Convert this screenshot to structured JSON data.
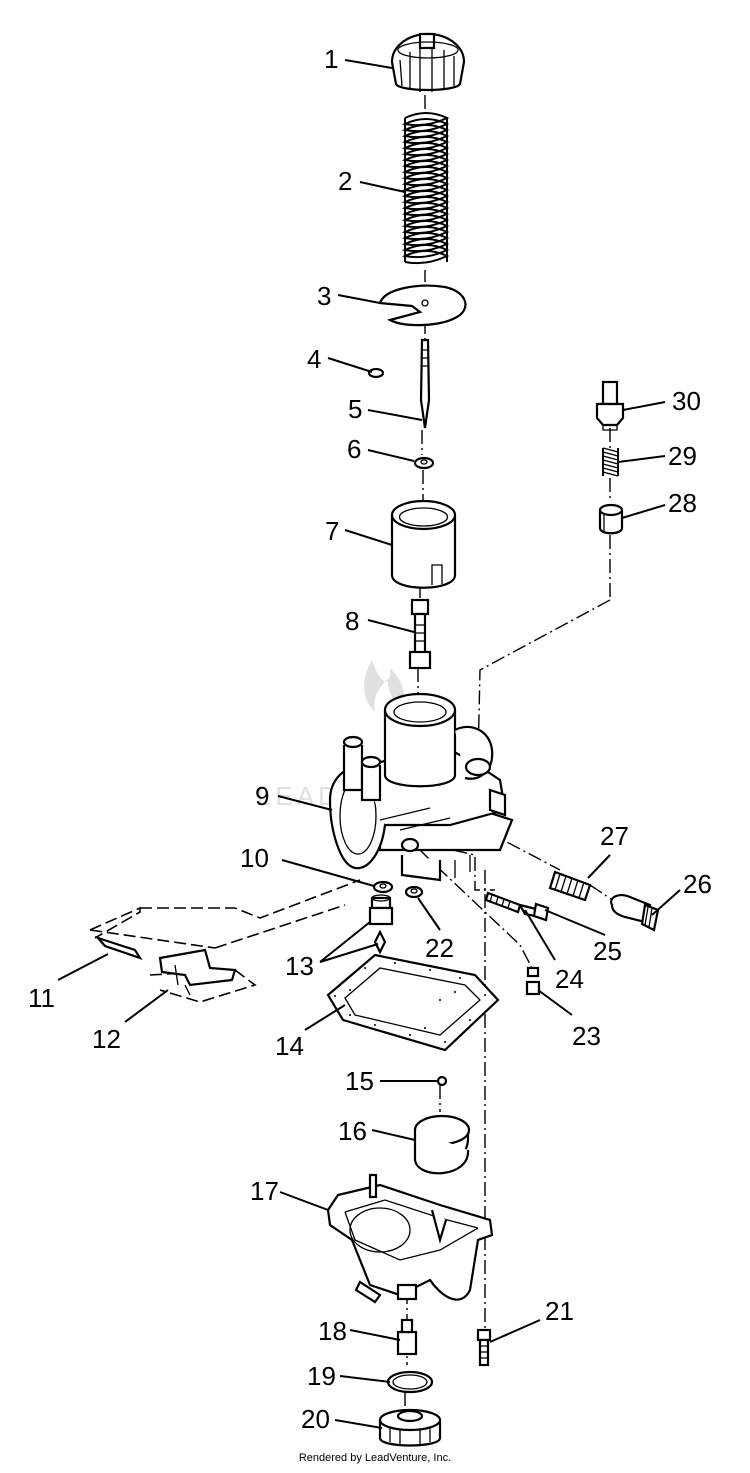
{
  "footer": "Rendered by LeadVenture, Inc.",
  "watermark": "LEADVENTURE",
  "callouts": [
    "1",
    "2",
    "3",
    "4",
    "5",
    "6",
    "7",
    "8",
    "9",
    "10",
    "11",
    "12",
    "13",
    "14",
    "15",
    "16",
    "17",
    "18",
    "19",
    "20",
    "21",
    "22",
    "23",
    "24",
    "25",
    "26",
    "27",
    "28",
    "29",
    "30"
  ]
}
